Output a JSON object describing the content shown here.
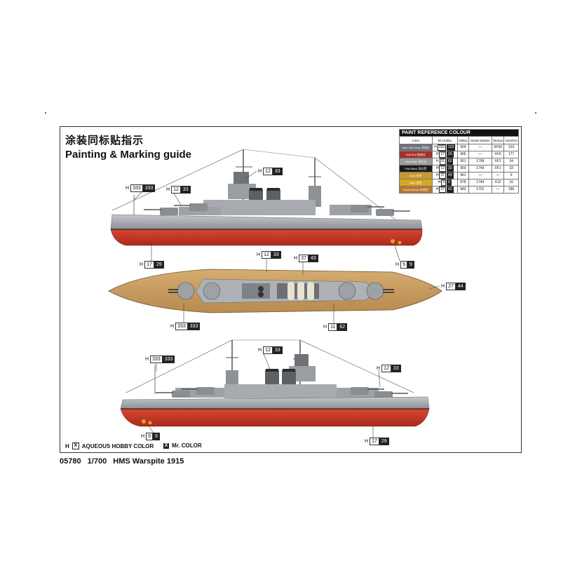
{
  "title_cn": "涂装同标贴指示",
  "title_en": "Painting & Marking guide",
  "footer": {
    "code": "05780",
    "scale": "1/700",
    "name": "HMS Warspite 1915"
  },
  "legend": {
    "hobby_prefix": "H",
    "hobby_box": "X",
    "hobby_label": "AQUEOUS HOBBY COLOR",
    "mr_box": "X",
    "mr_label": "Mr. COLOR"
  },
  "paint_table": {
    "title": "PAINT REFERENCE COLOUR",
    "headers": [
      "Color",
      "Mr.Hobby",
      "Vallejo",
      "Model Master",
      "Tamiya",
      "Humbrol"
    ],
    "rows": [
      {
        "color_en": "Dark Sea Grey",
        "color_cn": "深海灰",
        "swatch": "#6f7378",
        "h_num": "333",
        "m_num": "333",
        "vallejo": "904",
        "model_master": "—",
        "tamiya": "XF50",
        "humbrol": "123"
      },
      {
        "color_en": "Hull Red",
        "color_cn": "船底红",
        "swatch": "#a9302a",
        "h_num": "17",
        "m_num": "29",
        "vallejo": "965",
        "model_master": "—",
        "tamiya": "XF9",
        "humbrol": "177"
      },
      {
        "color_en": "Flat White",
        "color_cn": "消光白",
        "swatch": "#9a9a9a",
        "h_num": "11",
        "m_num": "62",
        "vallejo": "951",
        "model_master": "1768",
        "tamiya": "XF2",
        "humbrol": "34"
      },
      {
        "color_en": "Flat Black",
        "color_cn": "消光黑",
        "swatch": "#1b1b1b",
        "h_num": "12",
        "m_num": "33",
        "vallejo": "950",
        "model_master": "1749",
        "tamiya": "XF1",
        "humbrol": "33"
      },
      {
        "color_en": "Gold",
        "color_cn": "金色",
        "swatch": "#c79a2a",
        "h_num": "37",
        "m_num": "44",
        "vallejo": "961",
        "model_master": "—",
        "tamiya": "—",
        "humbrol": "9"
      },
      {
        "color_en": "Gold",
        "color_cn": "金色",
        "swatch": "#d9a527",
        "h_num": "9",
        "m_num": "9",
        "vallejo": "878",
        "model_master": "1744",
        "tamiya": "X12",
        "humbrol": "16"
      },
      {
        "color_en": "Wood Brown",
        "color_cn": "木棕色",
        "swatch": "#b7792d",
        "h_num": "37",
        "m_num": "43",
        "vallejo": "983",
        "model_master": "1701",
        "tamiya": "—",
        "humbrol": "186"
      }
    ]
  },
  "callouts": {
    "c1": {
      "h": "H",
      "n": "333",
      "b": "333"
    },
    "c2": {
      "h": "H",
      "n": "12",
      "b": "33"
    },
    "c3": {
      "h": "H",
      "n": "12",
      "b": "33"
    },
    "c4": {
      "h": "H",
      "n": "17",
      "b": "29"
    },
    "c5": {
      "h": "H",
      "n": "9",
      "b": "9"
    },
    "c6": {
      "h": "H",
      "n": "12",
      "b": "33"
    },
    "c7": {
      "h": "H",
      "n": "37",
      "b": "43"
    },
    "c8": {
      "h": "H",
      "n": "27",
      "b": "44"
    },
    "c9": {
      "h": "H",
      "n": "333",
      "b": "333"
    },
    "c10": {
      "h": "H",
      "n": "11",
      "b": "62"
    },
    "c11": {
      "h": "H",
      "n": "12",
      "b": "33"
    },
    "c12": {
      "h": "H",
      "n": "333",
      "b": "333"
    },
    "c13": {
      "h": "H",
      "n": "12",
      "b": "33"
    },
    "c14": {
      "h": "H",
      "n": "9",
      "b": "9"
    },
    "c15": {
      "h": "H",
      "n": "17",
      "b": "29"
    }
  },
  "colors": {
    "hull_red": "#c0392b",
    "grey": "#9ea2a6",
    "deck_wood": "#c99d62",
    "frame": "#333333"
  }
}
